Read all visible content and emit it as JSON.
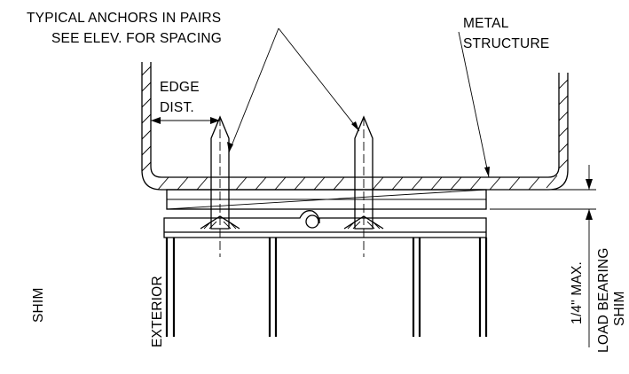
{
  "labels": {
    "anchors_line1": "TYPICAL ANCHORS IN PAIRS",
    "anchors_line2": "SEE ELEV. FOR SPACING",
    "metal_line1": "METAL",
    "metal_line2": "STRUCTURE",
    "edge_line1": "EDGE",
    "edge_line2": "DIST.",
    "shim": "SHIM",
    "exterior": "EXTERIOR",
    "max_gap": "1/4\" MAX.",
    "load_bearing_line1": "LOAD BEARING",
    "load_bearing_line2": "SHIM"
  }
}
